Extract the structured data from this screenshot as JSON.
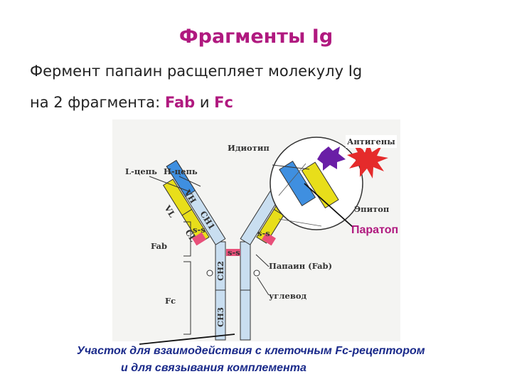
{
  "title": "Фрагменты Ig",
  "text": {
    "line1": "Фермент папаин расщепляет молекулу Ig",
    "line2_prefix": "на 2 фрагмента: ",
    "fab": "Fab",
    "conj": " и ",
    "fc": "Fc"
  },
  "labels": {
    "idiotype": "Идиотип",
    "antigens": "Антигены",
    "l_chain": "L-цепь",
    "h_chain": "H-цепь",
    "epitope": "Эпитоп",
    "paratope": "Паратоп",
    "fab": "Fab",
    "fc": "Fc",
    "papain_fab": "Папаин (Fab)",
    "carbohydrate": "углевод",
    "ss_left": "s-s",
    "ss_right": "s-s",
    "ss_hinge": "s-s"
  },
  "domains": {
    "vl": "VL",
    "vh": "VH",
    "cl": "CL",
    "ch1": "CH1",
    "ch2": "CH2",
    "ch3": "CH3"
  },
  "caption": {
    "line1": "Участок для взаимодействия с клеточным Fc-рецептором",
    "line2": "и для связывания комплемента"
  },
  "colors": {
    "accent": "#b0197f",
    "variable_heavy": "#3f8fe0",
    "variable_light": "#e8de1a",
    "constant": "#c9def0",
    "antigen": "#e52b2b",
    "epitope": "#6a1ea6",
    "caption": "#1a2a8a"
  }
}
